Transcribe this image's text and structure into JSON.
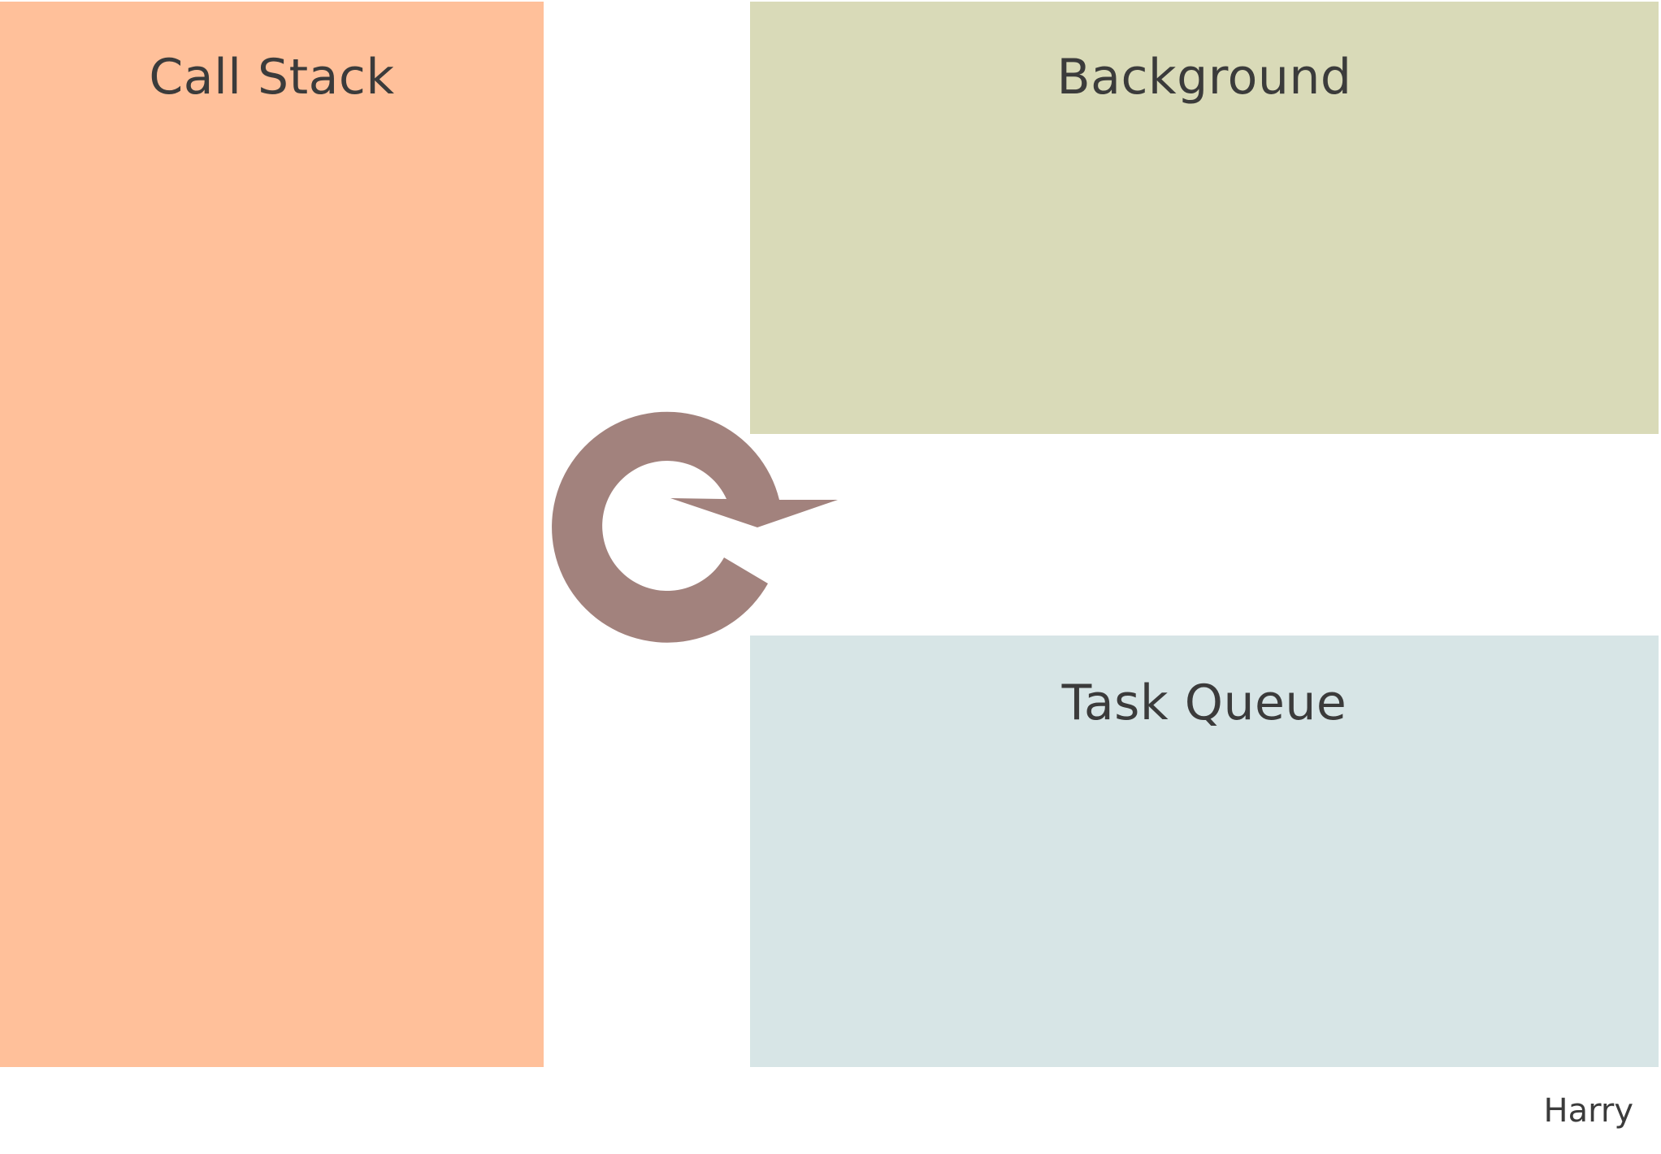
{
  "panels": {
    "call_stack": {
      "title": "Call Stack",
      "color": "#ffc09a"
    },
    "background": {
      "title": "Background",
      "color": "#d9dab8"
    },
    "task_queue": {
      "title": "Task Queue",
      "color": "#d7e5e6"
    }
  },
  "loop_arrow": {
    "icon": "circular-arrow-icon",
    "color": "#a2827d"
  },
  "author": "Harry"
}
